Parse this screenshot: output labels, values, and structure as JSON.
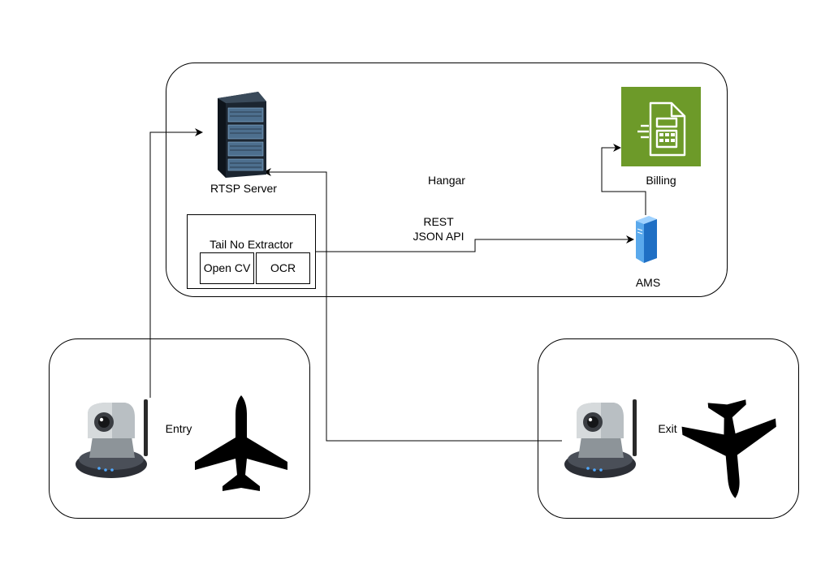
{
  "diagram": {
    "hangar_label": "Hangar",
    "rtsp_server_label": "RTSP Server",
    "extractor": {
      "title": "Tail No Extractor",
      "opencv": "Open CV",
      "ocr": "OCR"
    },
    "api_label_line1": "REST",
    "api_label_line2": "JSON API",
    "billing_label": "Billing",
    "ams_label": "AMS",
    "entry_label": "Entry",
    "exit_label": "Exit"
  },
  "colors": {
    "billing_bg": "#6d9a29",
    "ams_blue": "#2f8fe0",
    "line": "#000000"
  },
  "icons": [
    "server-rack-icon",
    "billing-document-icon",
    "ams-server-icon",
    "ip-camera-icon",
    "airplane-icon"
  ]
}
